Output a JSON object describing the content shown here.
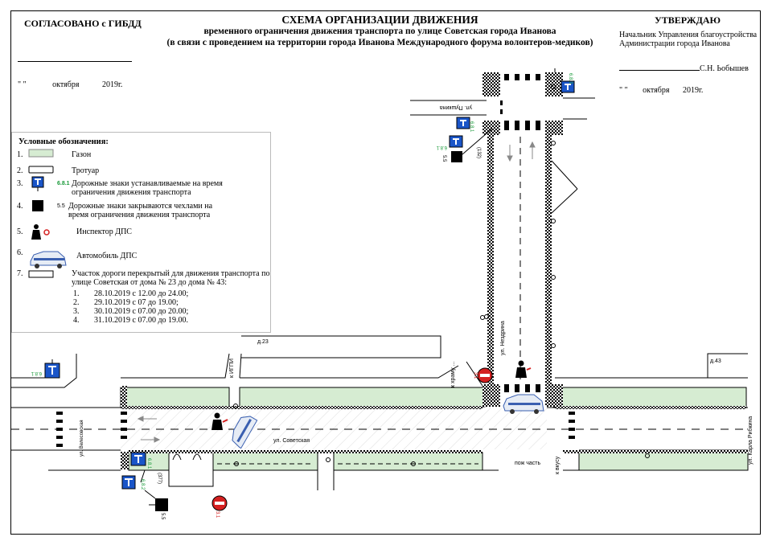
{
  "header": {
    "left": "СОГЛАСОВАНО с ГИБДД",
    "left_date_mark": "\"      \"",
    "left_date_month": "октября",
    "left_date_year": "2019г.",
    "title": "СХЕМА ОРГАНИЗАЦИИ ДВИЖЕНИЯ",
    "subtitle1": "временного ограничения движения транспорта по улице Советская города Иванова",
    "subtitle2": "(в связи с проведением на территории города Иванова Международного форума волонтеров-медиков)",
    "right": "УТВЕРЖДАЮ",
    "right_line1": "Начальник Управления благоустройства",
    "right_line2": "Администрации города Иванова",
    "right_name": "С.Н. Ьобышев",
    "right_date_mark": "\"      \"",
    "right_date_month": "октября",
    "right_date_year": "2019г."
  },
  "legend": {
    "title": "Условные обозначения:",
    "items": [
      {
        "num": "1.",
        "text": "Газон"
      },
      {
        "num": "2.",
        "text": "Тротуар"
      },
      {
        "num": "3.",
        "text": "Дорожные знаки устанавливаемые на время ограничения движения транспорта"
      },
      {
        "num": "4.",
        "text": "Дорожные знаки закрываются чехлами на время ограничения движения транспорта"
      },
      {
        "num": "5.",
        "text": "Инспектор ДПС"
      },
      {
        "num": "6.",
        "text": "Автомобиль ДПС"
      },
      {
        "num": "7.",
        "text": "Участок дороги перекрытый для движения транспорта по улице Советская от дома № 23 до дома № 43:"
      }
    ],
    "sign_code_3": "6.8.1",
    "sign_code_4": "5.5",
    "dates": [
      {
        "n": "1.",
        "t": "28.10.2019 с 12.00 до 24.00;"
      },
      {
        "n": "2.",
        "t": "29.10.2019 с 07 до 19.00;"
      },
      {
        "n": "3.",
        "t": "30.10.2019 с 07.00 до 20.00;"
      },
      {
        "n": "4.",
        "t": "31.10.2019 с 07.00 до 19.00."
      }
    ]
  },
  "map": {
    "street_main": "ул. Советская",
    "street_pushkina": "ул. Пушкина",
    "street_nezdrina": "ул. Нездрина",
    "street_karla": "ул. Карла Рибкина",
    "house_23": "д.23",
    "house_43": "д.43",
    "to_ivgpu": "к ИГПИ",
    "to_church": "к храму ...",
    "to_vkusu": "к вкусу",
    "pom_chast": "пож часть",
    "exit_label": "ул. Велесовская",
    "sign_683": "6.8.3",
    "sign_681": "6.8.1",
    "sign_682": "6.8.2",
    "sign_55": "5.5",
    "sign_31": "3.1",
    "sign_132": "(132)",
    "sign_377": "(377)"
  },
  "colors": {
    "lawn": "#d6ecd2",
    "sign_blue": "#1a55c8",
    "stop_red": "#d42020",
    "police_blue": "#3a5fb0"
  }
}
